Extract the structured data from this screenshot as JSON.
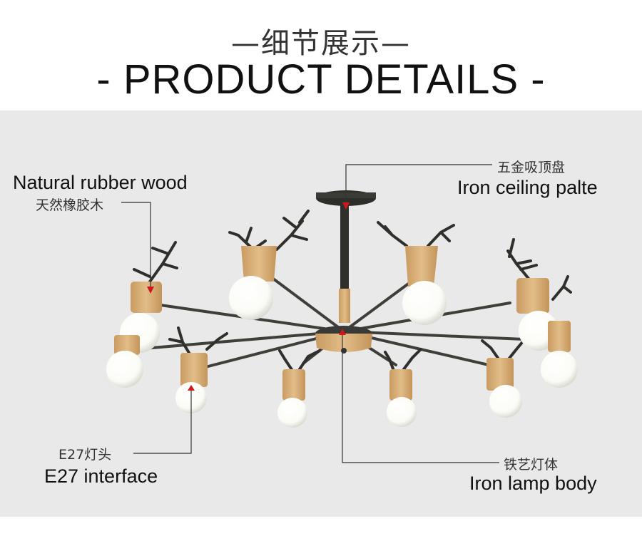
{
  "header": {
    "title_cn": "—细节展示—",
    "title_en": "- PRODUCT DETAILS -"
  },
  "callouts": {
    "wood": {
      "en": "Natural rubber wood",
      "cn": "天然橡胶木"
    },
    "ceiling": {
      "cn": "五金吸顶盘",
      "en": "Iron ceiling palte"
    },
    "interface": {
      "cn": "E27灯头",
      "en": "E27 interface"
    },
    "body": {
      "cn": "铁艺灯体",
      "en": "Iron lamp body"
    }
  },
  "colors": {
    "background": "#e9e9e9",
    "wood": "#d9b27c",
    "iron": "#3a3a36",
    "bulb": "#ffffff",
    "marker": "#d01818"
  }
}
